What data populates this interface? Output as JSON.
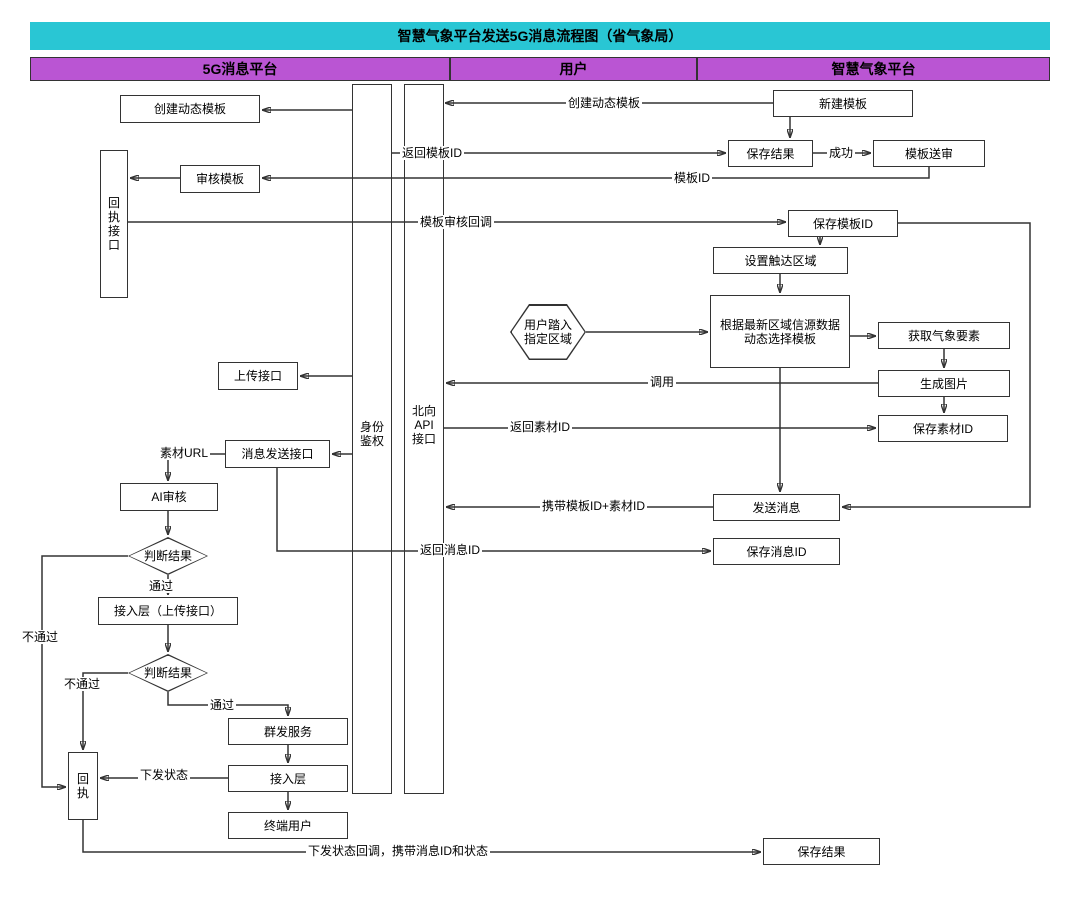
{
  "title": "智慧气象平台发送5G消息流程图（省气象局）",
  "lanes": {
    "left": "5G消息平台",
    "middle": "用户",
    "right": "智慧气象平台"
  },
  "lifelines": {
    "auth": "身份\n鉴权",
    "api": "北向\nAPI\n接口"
  },
  "nodes": {
    "create_template": "创建动态模板",
    "review_template": "审核模板",
    "receipt_interface": "回\n执\n接\n口",
    "upload_interface": "上传接口",
    "msg_send_interface": "消息发送接口",
    "ai_review": "AI审核",
    "judge1": "判断结果",
    "access_upload": "接入层（上传接口）",
    "judge2": "判断结果",
    "mass_send": "群发服务",
    "access_layer": "接入层",
    "end_user": "终端用户",
    "receipt": "回\n执",
    "user_enter": "用户踏入\n指定区域",
    "new_template": "新建模板",
    "save_result_top": "保存结果",
    "template_submit": "模板送审",
    "save_template_id": "保存模板ID",
    "set_area": "设置触达区域",
    "select_template": "根据最新区域信源数据\n动态选择模板",
    "get_weather": "获取气象要素",
    "gen_image": "生成图片",
    "save_material_id": "保存素材ID",
    "send_message": "发送消息",
    "save_message_id": "保存消息ID",
    "save_result_bottom": "保存结果"
  },
  "edges": {
    "create_dynamic_template": "创建动态模板",
    "return_template_id": "返回模板ID",
    "success": "成功",
    "template_id": "模板ID",
    "template_review_callback": "模板审核回调",
    "call": "调用",
    "return_material_id": "返回素材ID",
    "material_url": "素材URL",
    "with_ids": "携带模板ID+素材ID",
    "return_message_id": "返回消息ID",
    "pass1": "通过",
    "fail1": "不通过",
    "fail2": "不通过",
    "pass2": "通过",
    "delivery_status": "下发状态",
    "delivery_callback": "下发状态回调，携带消息ID和状态"
  },
  "colors": {
    "title_bg": "#29C6D4",
    "lane_bg": "#BA55D3",
    "node_bg": "#FFFFFF",
    "line": "#333333"
  }
}
